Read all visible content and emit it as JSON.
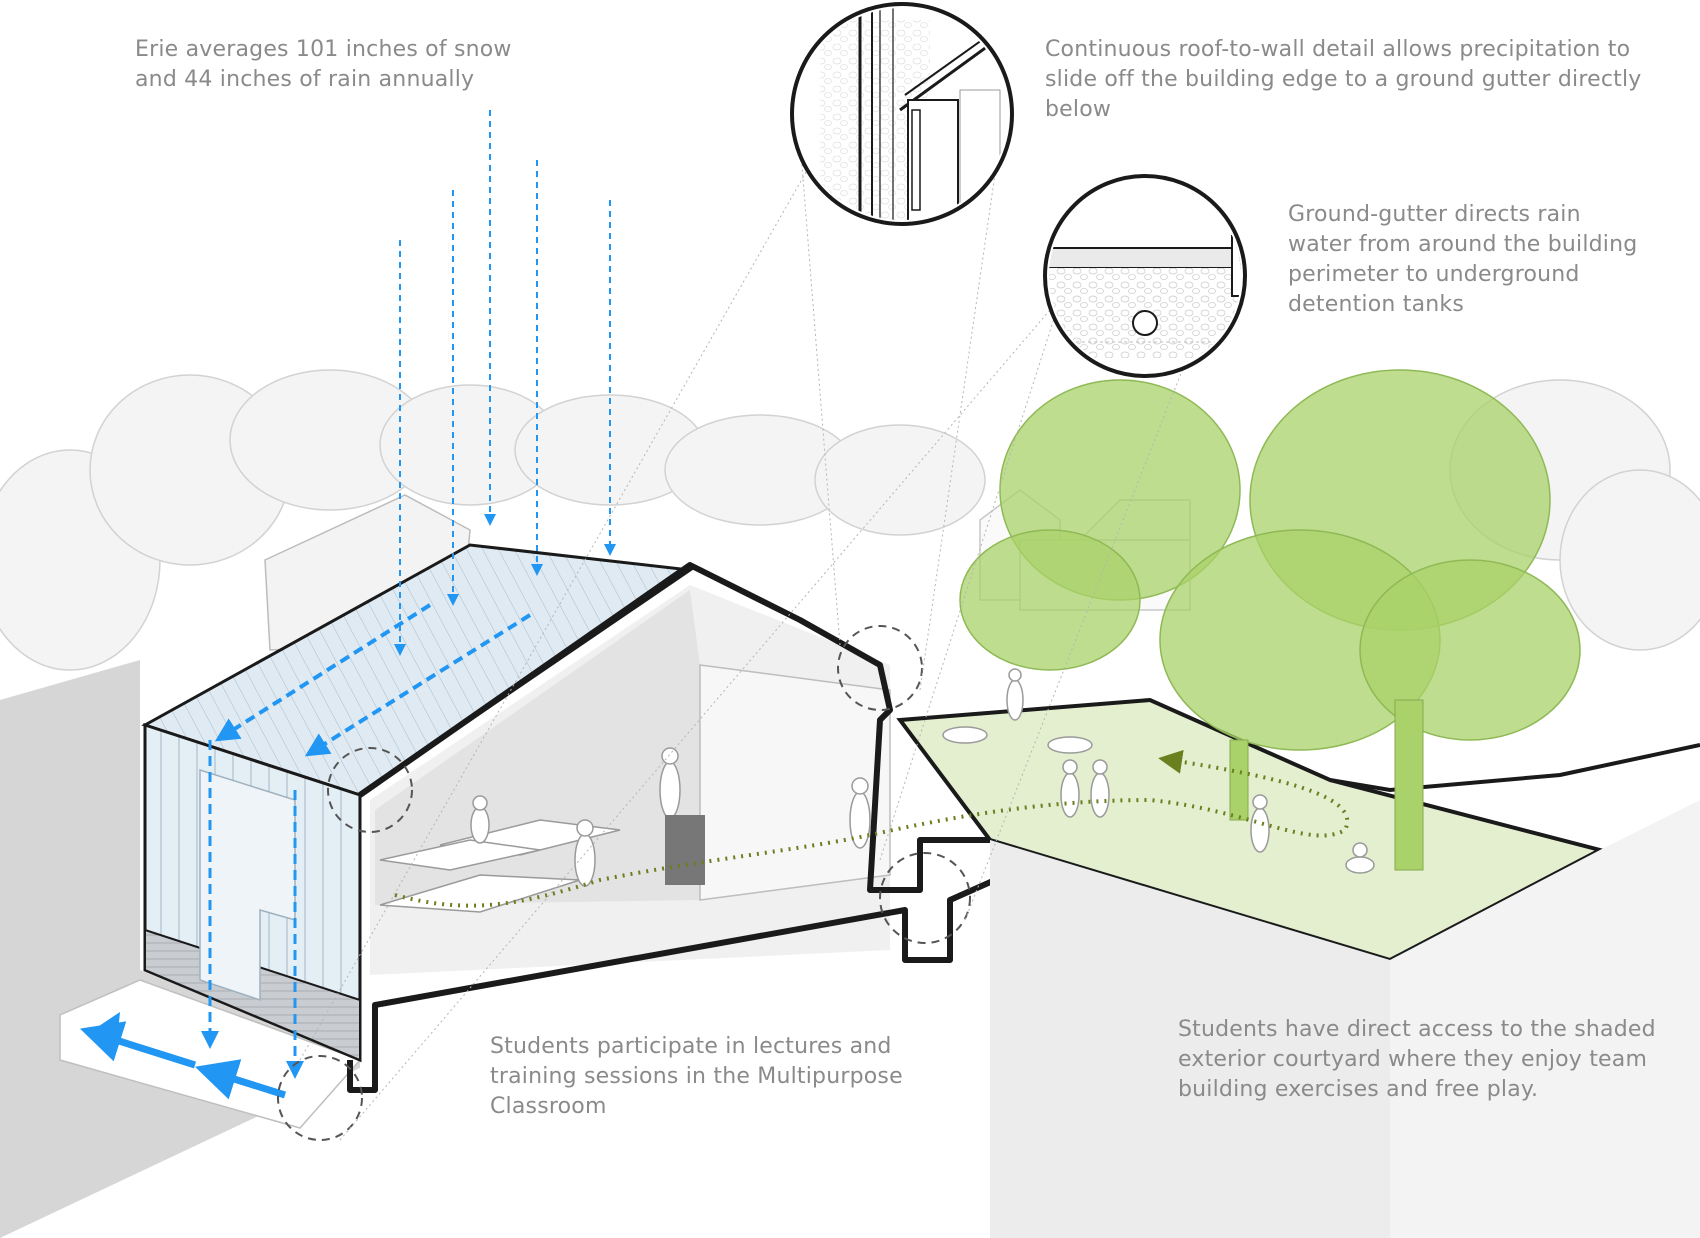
{
  "captions": {
    "rainfall": {
      "lines": [
        "Erie averages 101 inches of snow",
        "and 44 inches of rain annually"
      ]
    },
    "roof_detail": {
      "lines": [
        "Continuous roof-to-wall detail allows precipitation to",
        "slide off the building edge to a ground gutter directly",
        "below"
      ]
    },
    "ground_gutter": {
      "lines": [
        "Ground-gutter directs rain",
        "water from around the building",
        "perimeter to underground",
        "detention tanks"
      ]
    },
    "classroom": {
      "lines": [
        "Students participate in lectures and",
        "training sessions in the Multipurpose",
        "Classroom"
      ]
    },
    "courtyard": {
      "lines": [
        "Students have direct access to the shaded",
        "exterior courtyard where they enjoy team",
        "building exercises and free play."
      ]
    }
  },
  "colors": {
    "rain_arrow": "#2196f3",
    "circulation_path": "#6b7f1e",
    "tree_foliage": "#a9d26a",
    "courtyard_ground": "#e3efcf",
    "line_work": "#1a1a1a",
    "background_trees": "#d9d9d9",
    "caption_text": "#8a8a8a"
  },
  "icons": {
    "rain": "down-arrow-icon",
    "runoff": "left-arrow-icon",
    "circulation": "dotted-path-arrow-icon",
    "detail_callout": "magnifier-circle-icon"
  }
}
